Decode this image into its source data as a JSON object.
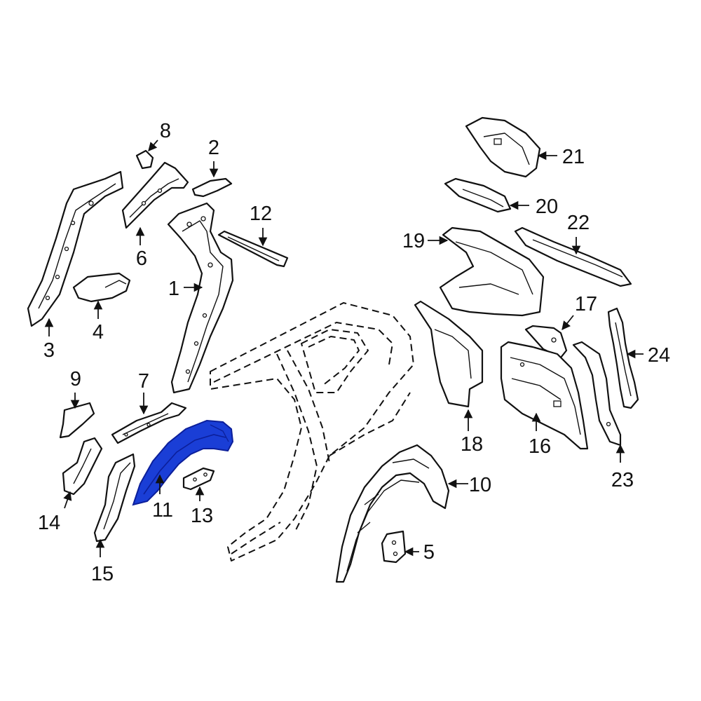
{
  "colors": {
    "highlight": "#1a3ed6",
    "highlight_dark": "#0c1f9a",
    "line": "#111111",
    "background": "#ffffff"
  },
  "highlighted_part": "11",
  "callouts": [
    "1",
    "2",
    "3",
    "4",
    "5",
    "6",
    "7",
    "8",
    "9",
    "10",
    "11",
    "12",
    "13",
    "14",
    "15",
    "16",
    "17",
    "18",
    "19",
    "20",
    "21",
    "22",
    "23",
    "24"
  ]
}
